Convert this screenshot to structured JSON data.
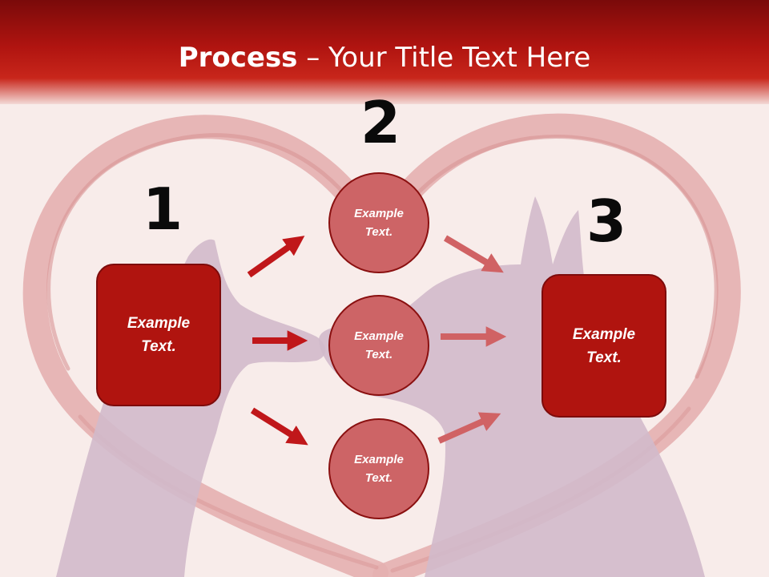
{
  "slide": {
    "title_bold": "Process",
    "title_rest": " – Your Title Text Here"
  },
  "steps": {
    "step1_number": "1",
    "step2_number": "2",
    "step3_number": "3"
  },
  "nodes": {
    "left_box": "Example Text.",
    "circle_top": "Example Text.",
    "circle_middle": "Example Text.",
    "circle_bottom": "Example Text.",
    "right_box": "Example Text."
  },
  "colors": {
    "header": "#b01410",
    "box_fill": "#b0140f",
    "circle_fill": "#cd6466",
    "arrow_left": "#c0171a",
    "arrow_right": "#d06264",
    "heart_stroke": "#e2a6a6",
    "silhouette": "#d4bccd"
  },
  "decorations": {
    "background_image": "heart-with-dog-silhouettes"
  }
}
